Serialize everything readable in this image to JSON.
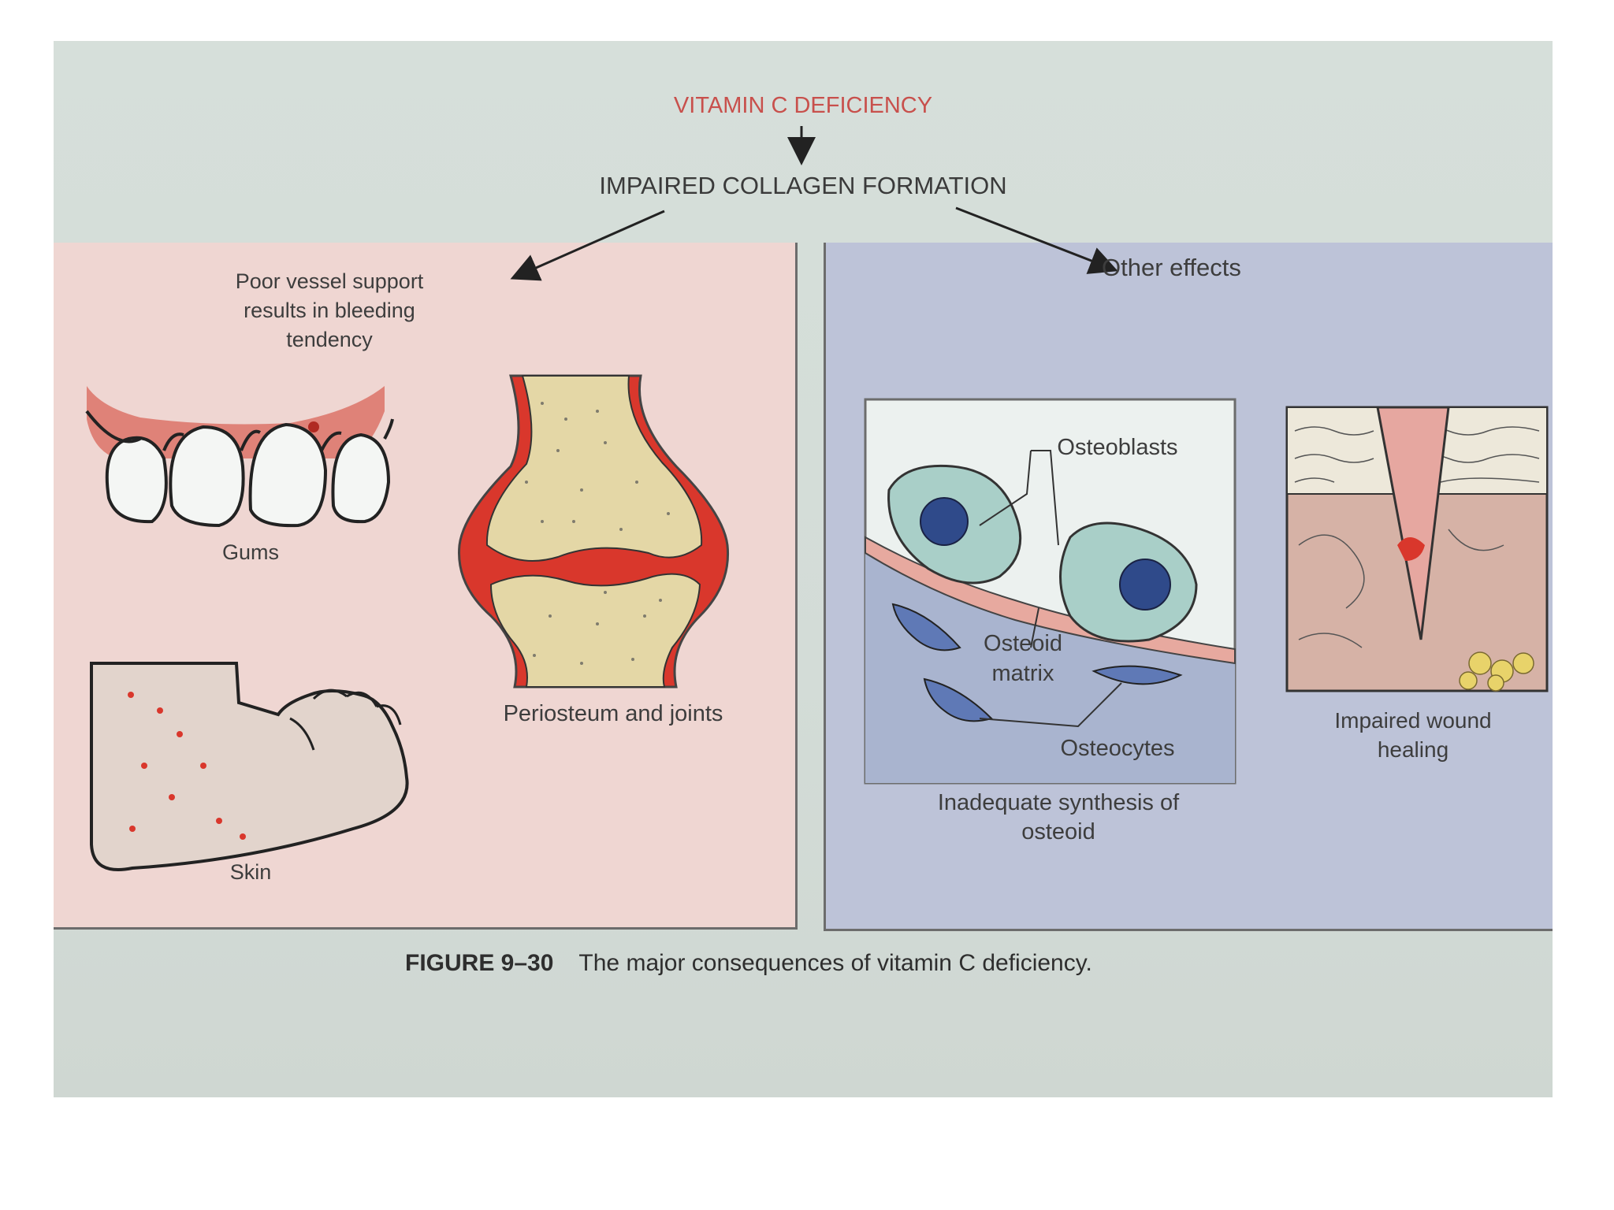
{
  "diagram": {
    "title": "VITAMIN C DEFICIENCY",
    "subtitle": "IMPAIRED COLLAGEN FORMATION",
    "left_heading": "Poor vessel support results in bleeding tendency",
    "right_heading": "Other effects",
    "labels": {
      "gums": "Gums",
      "skin": "Skin",
      "periosteum": "Periosteum and joints",
      "osteoblasts": "Osteoblasts",
      "osteoid_matrix": "Osteoid matrix",
      "osteocytes": "Osteocytes",
      "inadequate": "Inadequate synthesis of osteoid",
      "wound": "Impaired wound healing"
    },
    "caption_number": "FIGURE 9–30",
    "caption_text": "The major consequences of vitamin C deficiency."
  },
  "colors": {
    "title": "#c8504c",
    "left_panel": "#efd6d2",
    "right_panel": "#bdc3d8",
    "blood_red": "#d9372c",
    "bone": "#e4d7a6"
  }
}
